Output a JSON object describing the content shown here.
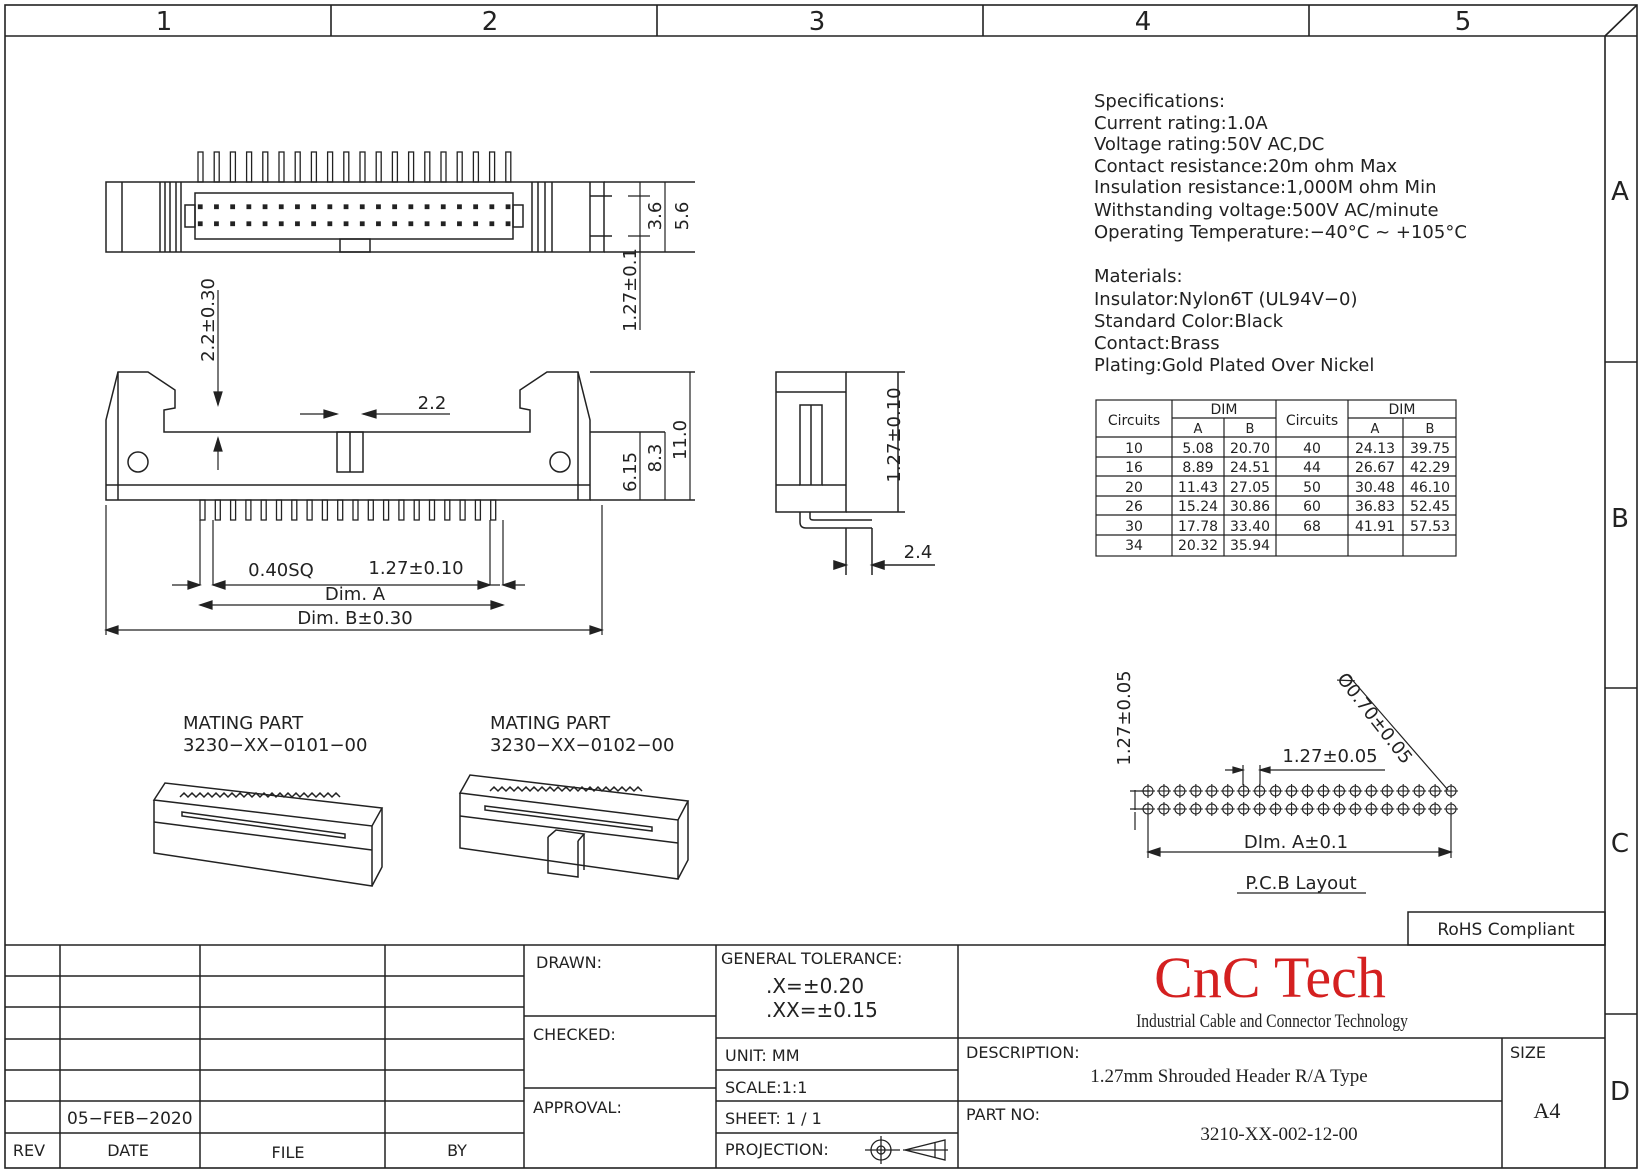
{
  "border": {
    "columns": [
      "1",
      "2",
      "3",
      "4",
      "5"
    ],
    "rows": [
      "A",
      "B",
      "C",
      "D"
    ]
  },
  "specifications": {
    "heading": "Specifications:",
    "lines": [
      "Current  rating:1.0A",
      "Voltage  rating:50V  AC,DC",
      "Contact  resistance:20m  ohm  Max",
      "Insulation  resistance:1,000M  ohm  Min",
      "Withstanding  voltage:500V  AC/minute",
      "Operating  Temperature:−40°C  ~  +105°C"
    ]
  },
  "materials": {
    "heading": "Materials:",
    "lines": [
      "Insulator:Nylon6T  (UL94V−0)",
      "Standard  Color:Black",
      "Contact:Brass",
      "Plating:Gold  Plated  Over  Nickel"
    ]
  },
  "dim_table": {
    "circuits_header": "Circuits",
    "dim_header": "DIM",
    "col_a": "A",
    "col_b": "B",
    "left": [
      [
        "10",
        "5.08",
        "20.70"
      ],
      [
        "16",
        "8.89",
        "24.51"
      ],
      [
        "20",
        "11.43",
        "27.05"
      ],
      [
        "26",
        "15.24",
        "30.86"
      ],
      [
        "30",
        "17.78",
        "33.40"
      ],
      [
        "34",
        "20.32",
        "35.94"
      ]
    ],
    "right": [
      [
        "40",
        "24.13",
        "39.75"
      ],
      [
        "44",
        "26.67",
        "42.29"
      ],
      [
        "50",
        "30.48",
        "46.10"
      ],
      [
        "60",
        "36.83",
        "52.45"
      ],
      [
        "68",
        "41.91",
        "57.53"
      ],
      [
        "",
        "",
        ""
      ]
    ]
  },
  "dimensions": {
    "top_3_6": "3.6",
    "top_5_6": "5.6",
    "pitch_1_27_vert": "1.27±0.1",
    "gap_2_2": "2.2±0.30",
    "key_2_2": "2.2",
    "h_6_15": "6.15",
    "h_8_3": "8.3",
    "h_11_0": "11.0",
    "pin_sq": "0.40SQ",
    "pitch_1_27": "1.27±0.10",
    "dim_a": "Dim.  A",
    "dim_b": "Dim.  B±0.30",
    "side_1_27": "1.27±0.10",
    "side_2_4": "2.4",
    "pcb_1_27_vert": "1.27±0.05",
    "pcb_hole": "Ø0.70±0.05",
    "pcb_1_27": "1.27±0.05",
    "pcb_dim_a": "DIm.  A±0.1",
    "pcb_title": "P.C.B  Layout"
  },
  "mating": [
    {
      "label": "MATING  PART",
      "part": "3230−XX−0101−00"
    },
    {
      "label": "MATING  PART",
      "part": "3230−XX−0102−00"
    }
  ],
  "rohs": "RoHS  Compliant",
  "title_block": {
    "rev_date_value": "05−FEB−2020",
    "headers": {
      "rev": "REV",
      "date": "DATE",
      "file": "FILE",
      "by": "BY"
    },
    "drawn": "DRAWN:",
    "checked": "CHECKED:",
    "approval": "APPROVAL:",
    "general_tolerance": "GENERAL  TOLERANCE:",
    "tol_x": ".X=±0.20",
    "tol_xx": ".XX=±0.15",
    "unit": "UNIT:  MM",
    "scale_label": "SCALE:",
    "scale_value": "1:1",
    "sheet": "SHEET:  1  /  1",
    "projection": "PROJECTION:",
    "brand": "CnC Tech",
    "brand_sub": "Industrial Cable and Connector Technology",
    "description_label": "DESCRIPTION:",
    "description": "1.27mm Shrouded Header  R/A Type",
    "size_label": "SIZE",
    "size": "A4",
    "part_no_label": "PART  NO:",
    "part_no": "3210-XX-002-12-00"
  },
  "colors": {
    "line": "#222222",
    "brand": "#d42020"
  }
}
